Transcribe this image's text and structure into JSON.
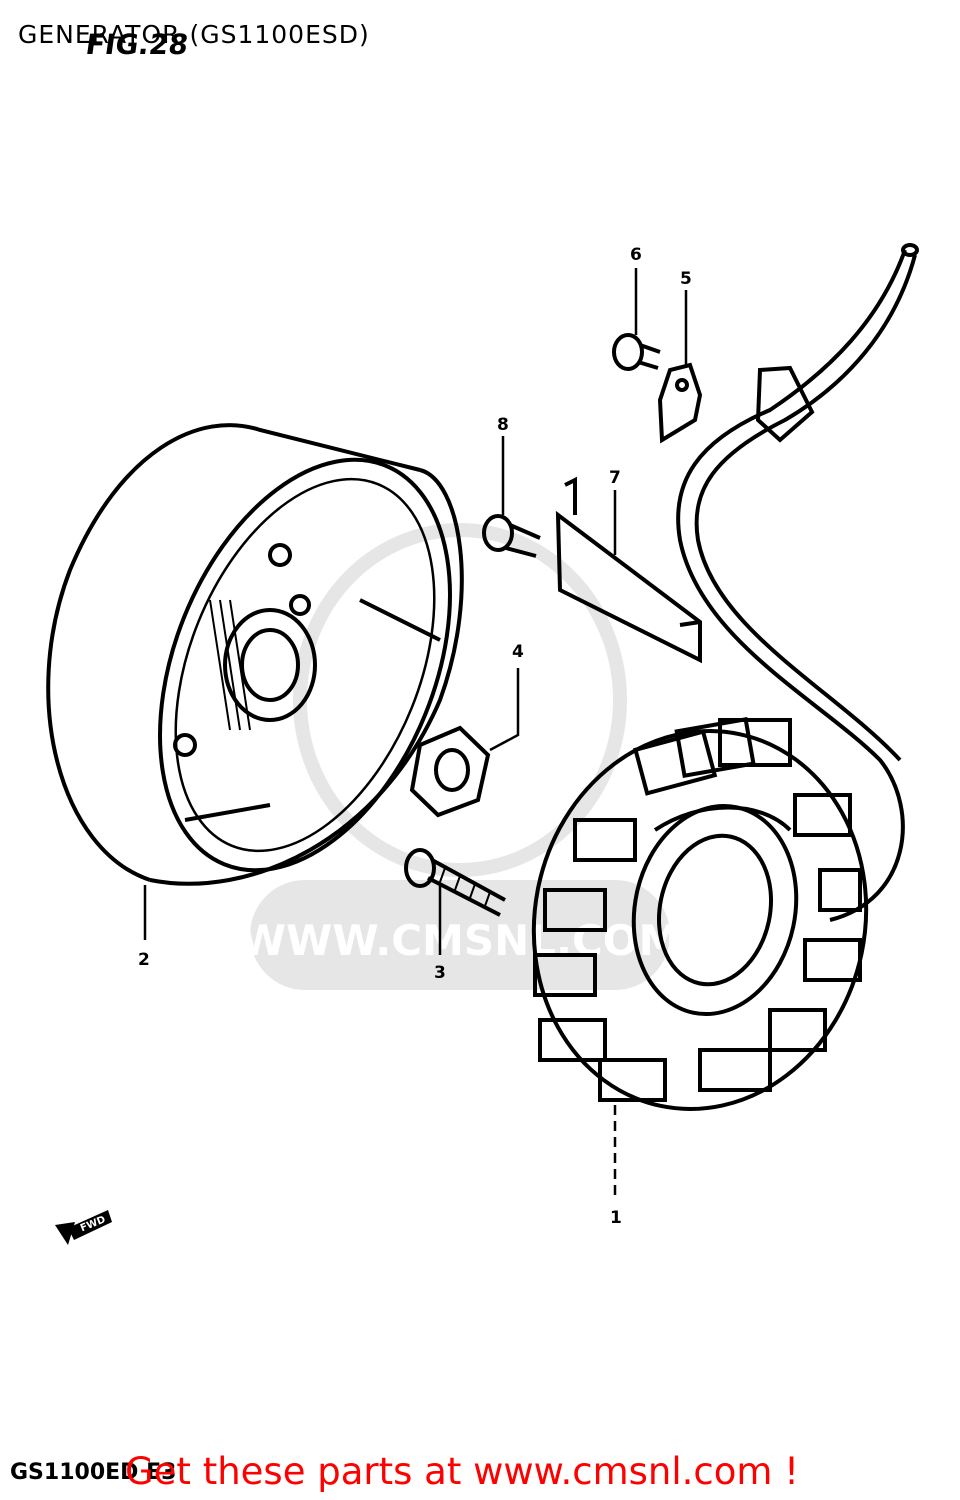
{
  "title": "GENERATOR (GS1100ESD)",
  "figure_label": "FIG.28",
  "model_code": "GS1100ED E3",
  "promo_text": "Get these parts at www.cmsnl.com !",
  "watermark_text": "WWW.CMSNL.COM",
  "fwd_marker": "FWD",
  "callouts": [
    "1",
    "2",
    "3",
    "4",
    "5",
    "6",
    "7",
    "8"
  ],
  "colors": {
    "ink": "#000000",
    "promo": "#ff0000",
    "watermark": "#d9d9d9"
  }
}
